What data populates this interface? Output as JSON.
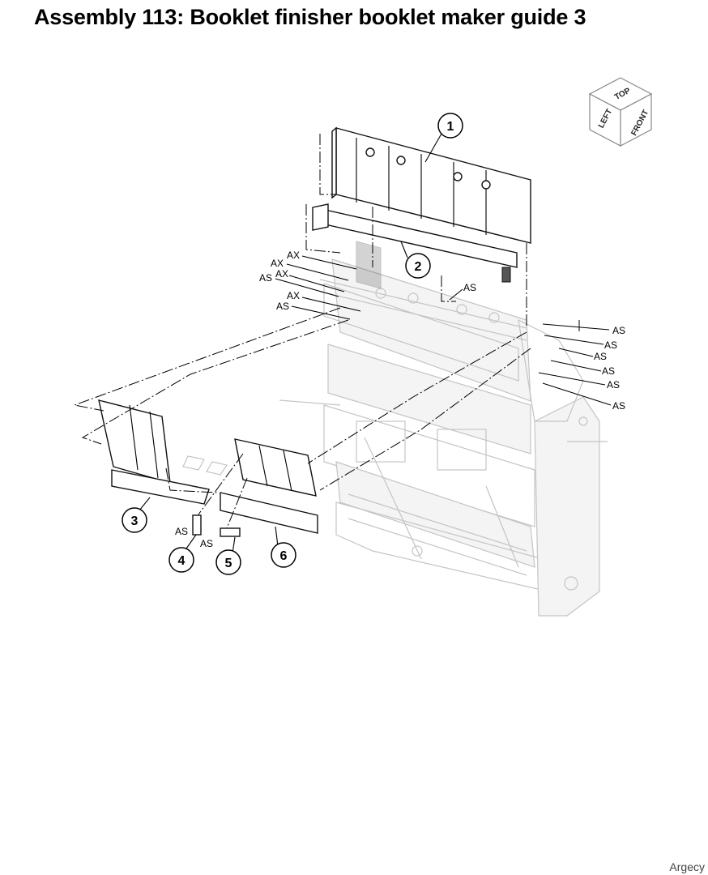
{
  "title": "Assembly 113: Booklet finisher booklet maker guide 3",
  "watermark": "Argecy",
  "orientation_cube": {
    "top": "TOP",
    "left": "LEFT",
    "front": "FRONT"
  },
  "callouts": [
    "1",
    "2",
    "3",
    "4",
    "5",
    "6"
  ],
  "screw_labels": {
    "ax1": "AX",
    "ax2": "AX",
    "ax3": "AX",
    "ax4": "AX",
    "as_left1": "AS",
    "as_left2": "AS",
    "as_mid": "AS",
    "as_r1": "AS",
    "as_r2": "AS",
    "as_r3": "AS",
    "as_r4": "AS",
    "as_r5": "AS",
    "as_r6": "AS",
    "as_p4": "AS",
    "as_p5": "AS"
  }
}
